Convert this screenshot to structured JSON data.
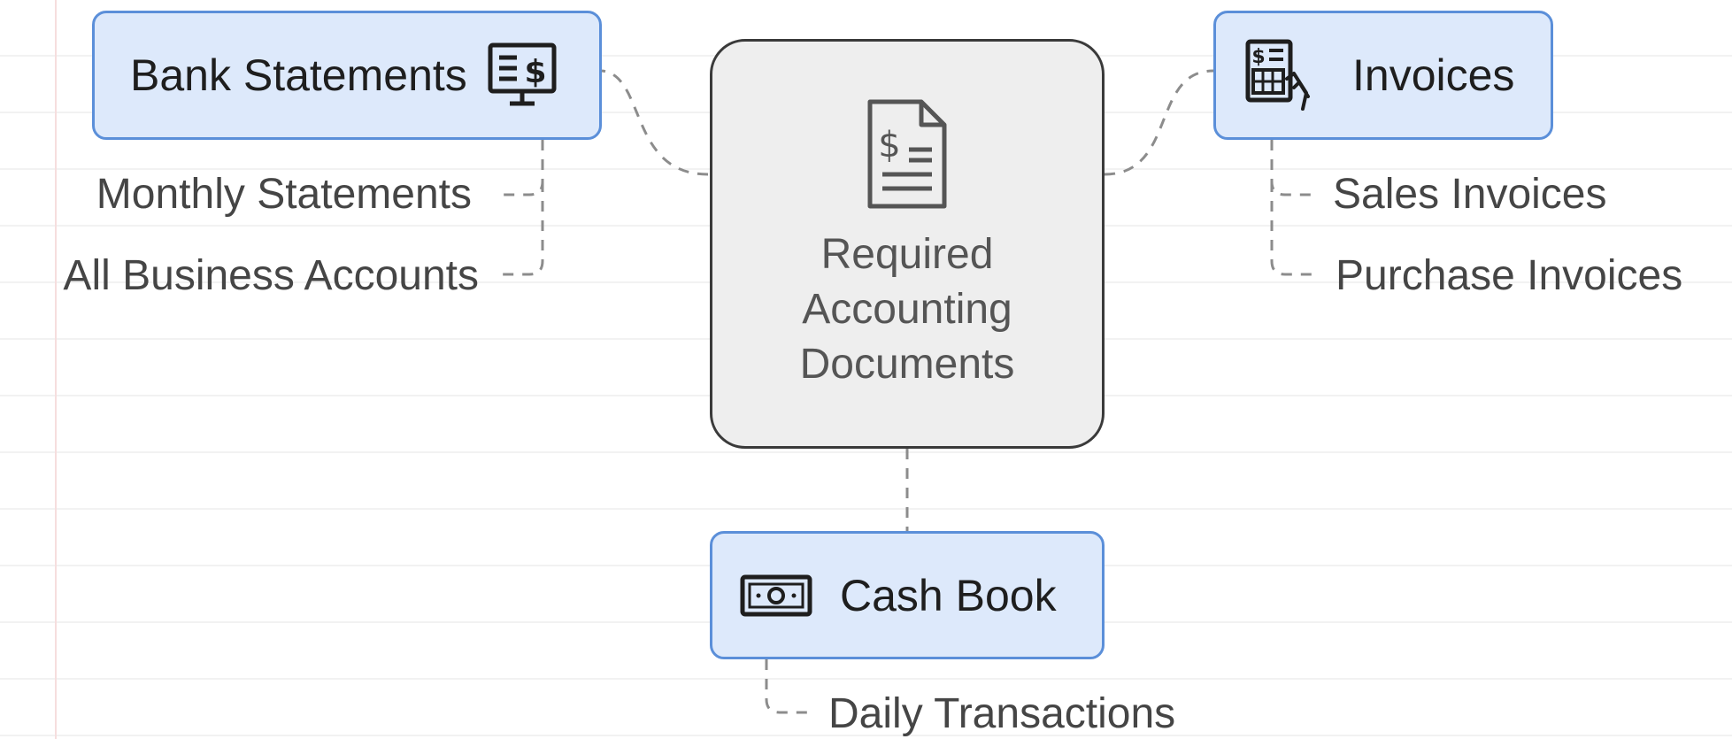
{
  "center": {
    "title_lines": [
      "Required",
      "Accounting",
      "Documents"
    ],
    "icon": "dollar-document-icon"
  },
  "branches": {
    "bank_statements": {
      "label": "Bank Statements",
      "icon": "monitor-dollar-icon",
      "children": [
        "Monthly Statements",
        "All Business Accounts"
      ]
    },
    "invoices": {
      "label": "Invoices",
      "icon": "invoice-calculator-icon",
      "children": [
        "Sales Invoices",
        "Purchase Invoices"
      ]
    },
    "cash_book": {
      "label": "Cash Book",
      "icon": "banknote-icon",
      "children": [
        "Daily Transactions"
      ]
    }
  },
  "colors": {
    "branch_fill": "#dde9fb",
    "branch_border": "#5b8fd9",
    "center_fill": "#eeeeee",
    "center_border": "#3a3a3a",
    "connector": "#8c8c8c"
  }
}
